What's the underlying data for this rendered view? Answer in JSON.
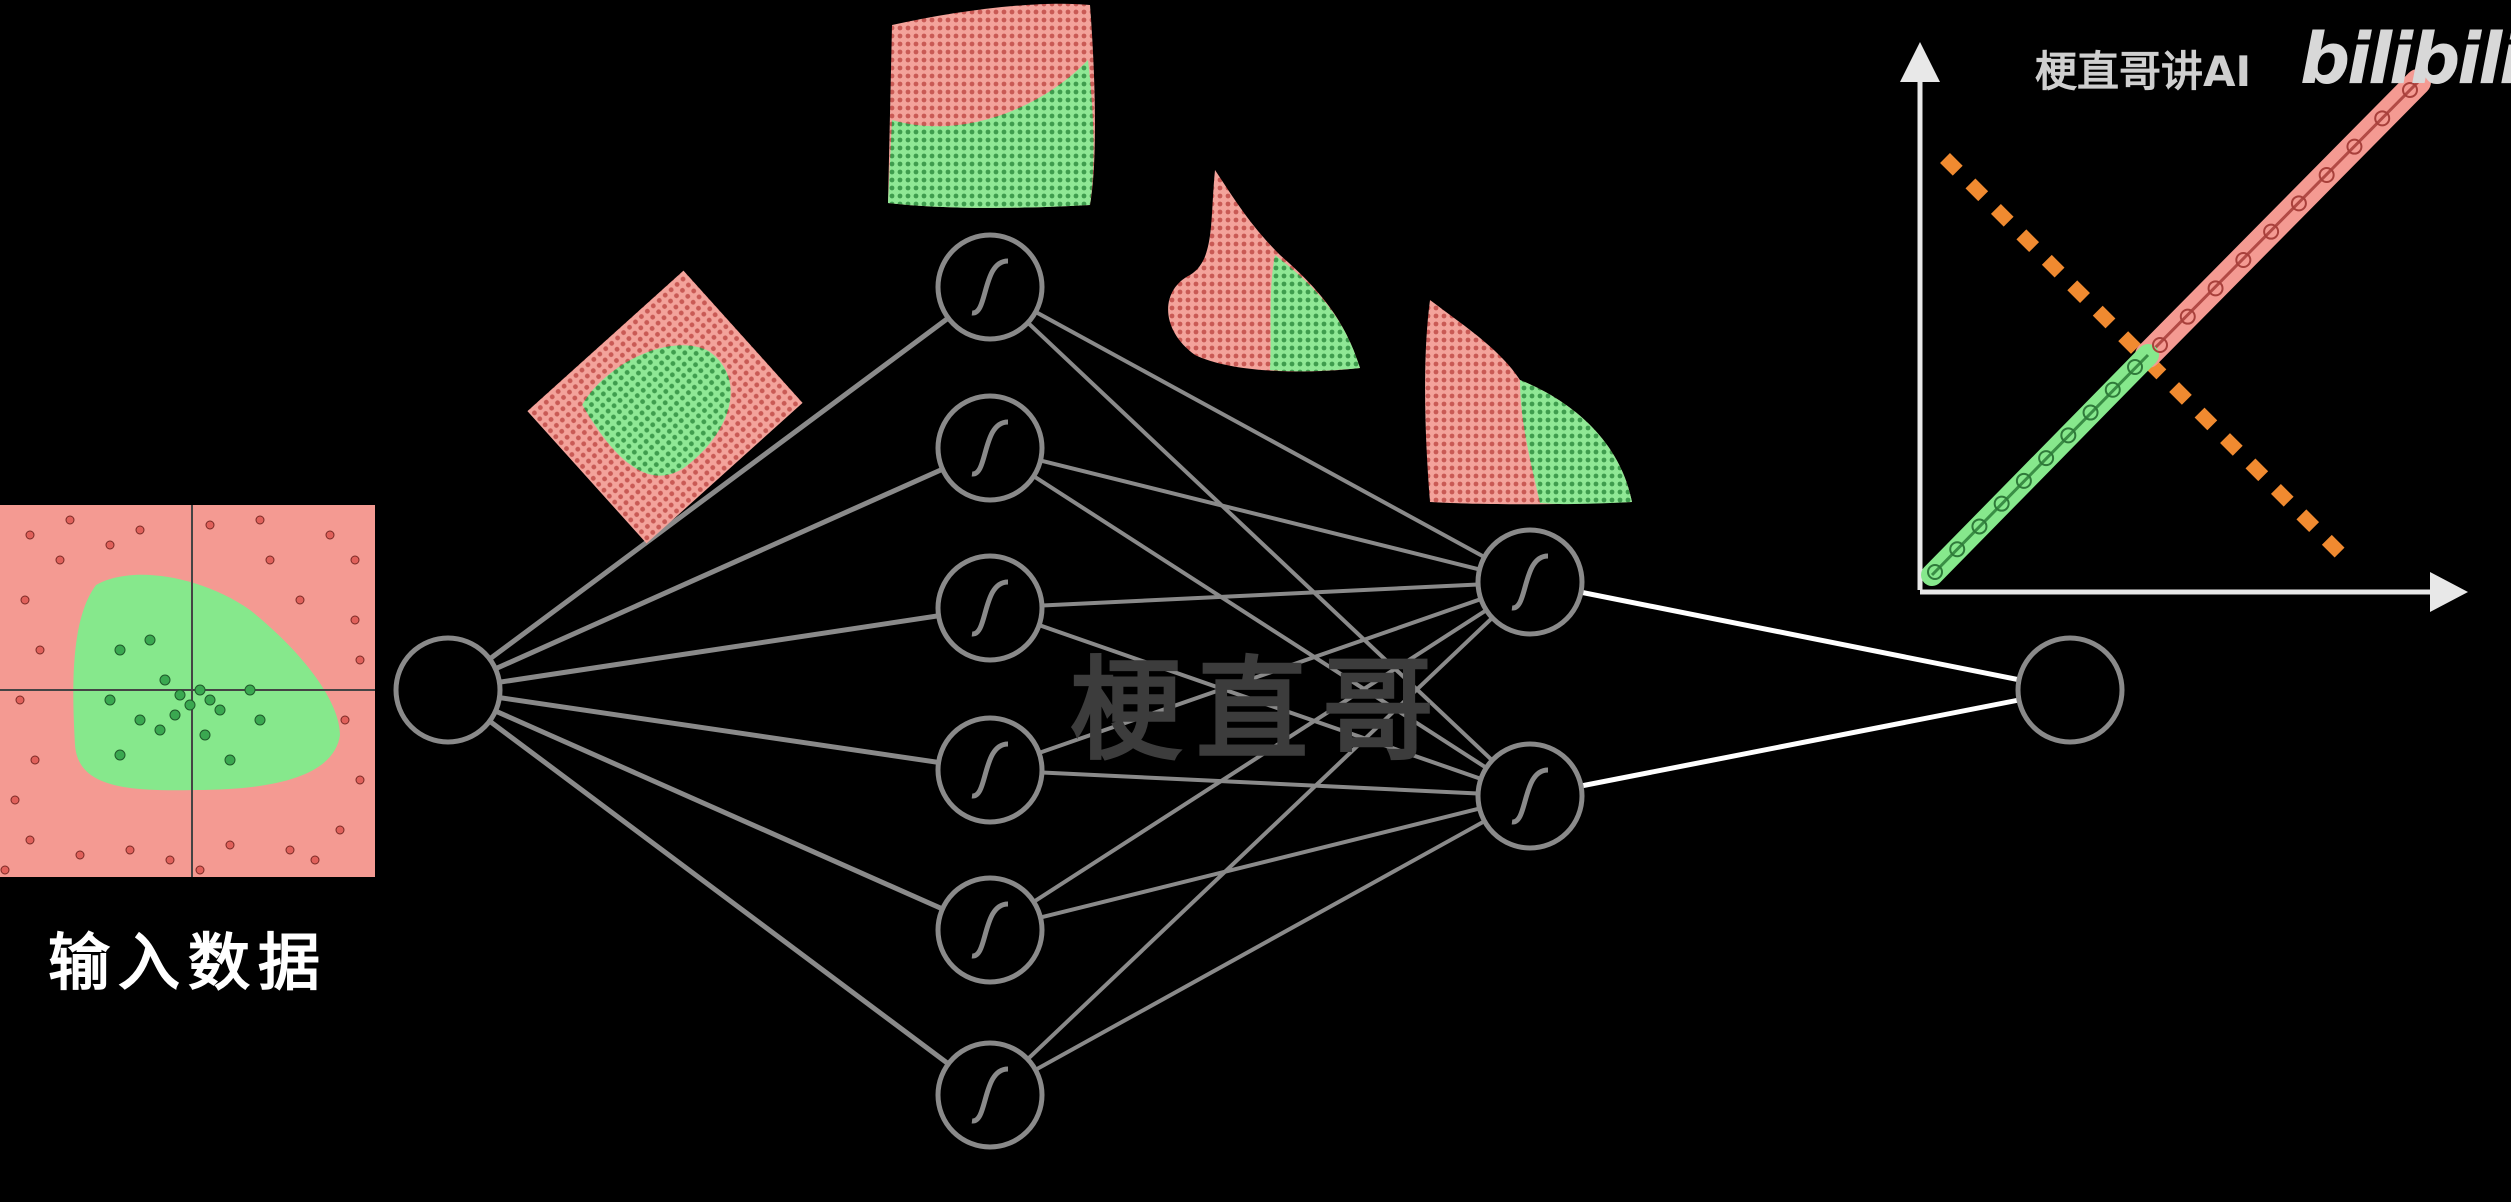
{
  "input_caption": "输入数据",
  "channel_name": "梗直哥讲AI",
  "site_logo": "bilibili",
  "center_watermark": "梗直哥",
  "colors": {
    "background": "#000000",
    "node_stroke": "#8a8a8a",
    "output_edge": "#ffffff",
    "class_red": "#f49a92",
    "class_green": "#86e88c",
    "point_red": "#e0605a",
    "point_green": "#3aa850",
    "divider_dotted": "#f08a30",
    "axis": "#e8e8e8"
  },
  "network": {
    "layer_sizes": [
      1,
      6,
      2,
      1
    ],
    "hidden_activation_icon": "sigmoid-icon"
  }
}
